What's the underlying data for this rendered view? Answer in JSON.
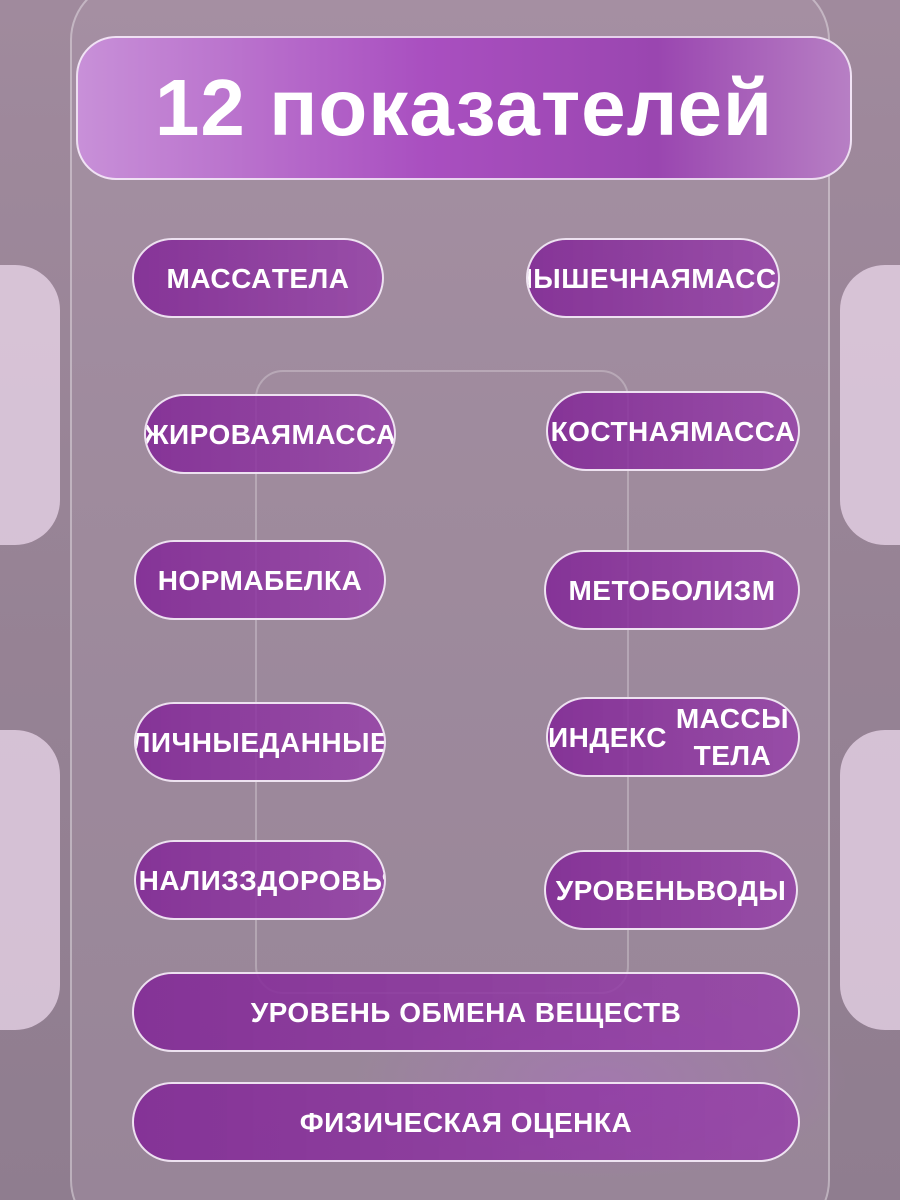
{
  "title": "12 показателей",
  "items": [
    {
      "line1": "МАССА",
      "line2": "ТЕЛА"
    },
    {
      "line1": "МЫШЕЧНАЯ",
      "line2": "МАССА"
    },
    {
      "line1": "ЖИРОВАЯ",
      "line2": "МАССА"
    },
    {
      "line1": "КОСТНАЯ",
      "line2": "МАССА"
    },
    {
      "line1": "НОРМА",
      "line2": "БЕЛКА"
    },
    {
      "line1": "МЕТОБОЛИЗМ",
      "line2": ""
    },
    {
      "line1": "ЛИЧНЫЕ",
      "line2": "ДАННЫЕ"
    },
    {
      "line1": "ИНДЕКС",
      "line2": "МАССЫ ТЕЛА"
    },
    {
      "line1": "АНАЛИЗ",
      "line2": "ЗДОРОВЬЯ"
    },
    {
      "line1": "УРОВЕНЬ",
      "line2": "ВОДЫ"
    },
    {
      "line1": "УРОВЕНЬ ОБМЕНА ВЕЩЕСТВ",
      "line2": ""
    },
    {
      "line1": "ФИЗИЧЕСКАЯ ОЦЕНКА",
      "line2": ""
    }
  ],
  "colors": {
    "pill_fill": "#8a2fa0",
    "title_fill": "#a94fc0",
    "text": "#ffffff"
  }
}
